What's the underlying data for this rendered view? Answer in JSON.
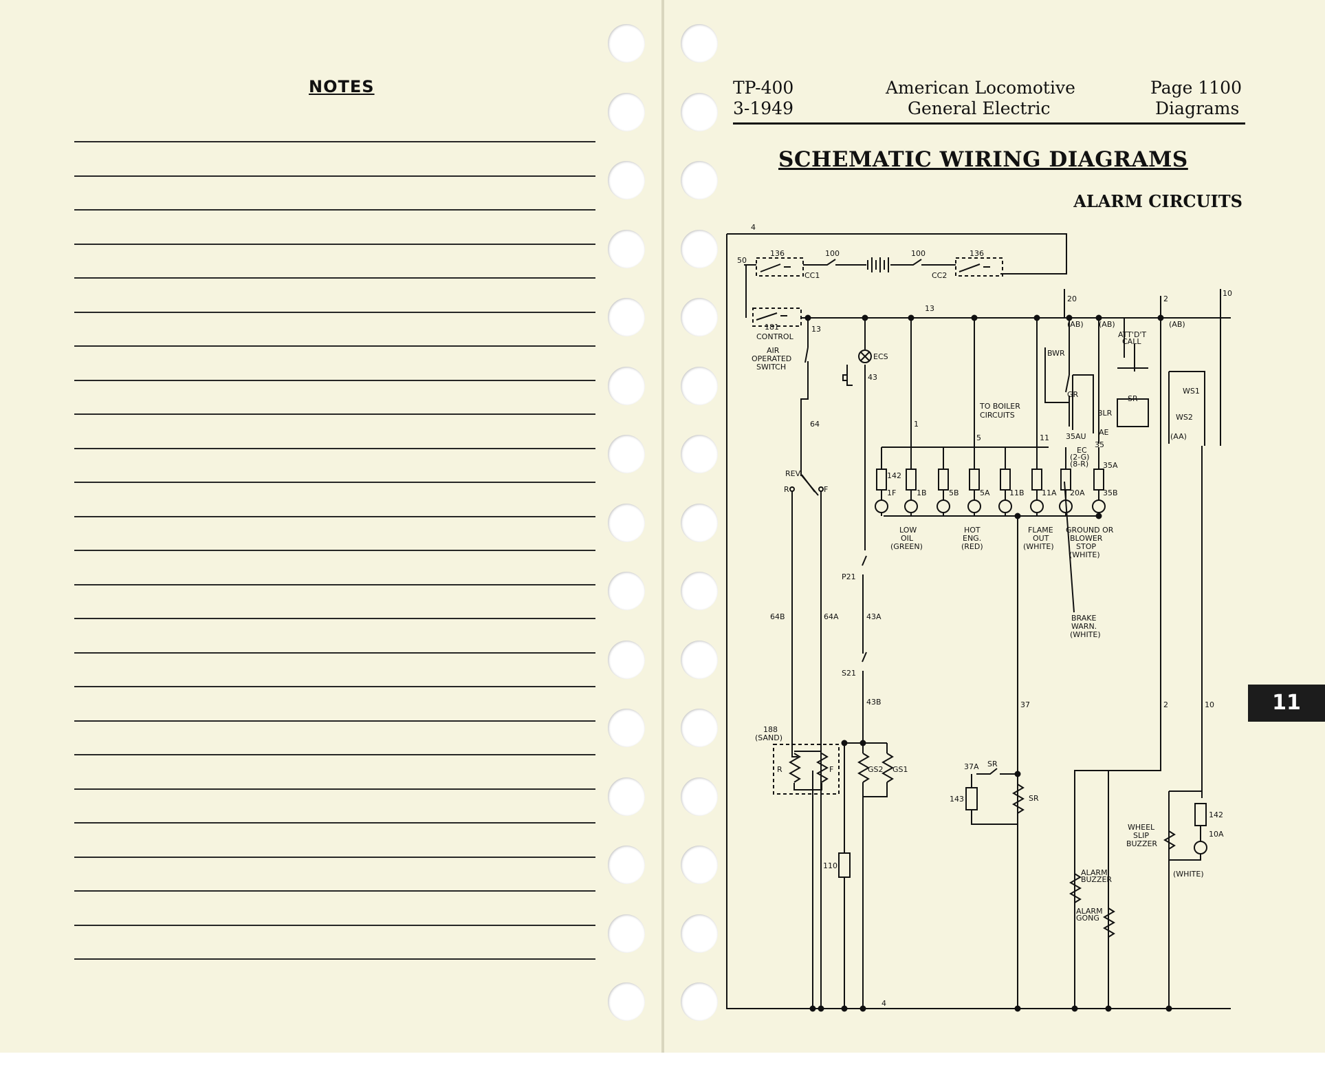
{
  "left_page": {
    "notes_title": "NOTES",
    "rule_count": 25
  },
  "right_page": {
    "header": {
      "doc_number": "TP-400",
      "doc_date": "3-1949",
      "company_line1": "American Locomotive",
      "company_line2": "General Electric",
      "page_label": "Page 1100",
      "section_label": "Diagrams"
    },
    "title": "SCHEMATIC WIRING DIAGRAMS",
    "subtitle": "ALARM CIRCUITS",
    "section_tab": "11"
  },
  "diagram": {
    "wire_labels": {
      "top_wire": "4",
      "bottom_wire": "4",
      "w50": "50",
      "w13": "13",
      "w13b": "13",
      "w64": "64",
      "w1": "1",
      "w5": "5",
      "w11": "11",
      "w20": "20",
      "w2": "2",
      "w10": "10",
      "w64B": "64B",
      "w64A": "64A",
      "w43": "43",
      "w43A": "43A",
      "w43B": "43B",
      "w37": "37",
      "w37A": "37A",
      "w2b": "2",
      "w10b": "10",
      "w35": "35",
      "w35AU": "35AU"
    },
    "component_labels": {
      "cc1": "CC1",
      "cc2": "CC2",
      "c136a": "136",
      "c136b": "136",
      "c100a": "100",
      "c100b": "100",
      "c181": "181",
      "control": "CONTROL",
      "air1": "AIR",
      "air2": "OPERATED",
      "air3": "SWITCH",
      "ecs": "ECS",
      "rev": "REV.",
      "rev_r": "R",
      "rev_f": "F",
      "p21": "P21",
      "s21": "S21",
      "sand1": "188",
      "sand2": "(SAND)",
      "sand_r": "R",
      "sand_f": "F",
      "gs2": "GS2",
      "gs1": "GS1",
      "c110": "110",
      "boiler1": "TO BOILER",
      "boiler2": "CIRCUITS",
      "r142": "142",
      "l1F": "1F",
      "l1B": "1B",
      "l5B": "5B",
      "l5A": "5A",
      "l11B": "11B",
      "l11A": "11A",
      "l20A": "20A",
      "l35B": "35B",
      "low1": "LOW",
      "low2": "OIL",
      "low3": "(GREEN)",
      "hot1": "HOT",
      "hot2": "ENG.",
      "hot3": "(RED)",
      "flame1": "FLAME",
      "flame2": "OUT",
      "flame3": "(WHITE)",
      "gnd1": "GROUND OR",
      "gnd2": "BLOWER",
      "gnd3": "STOP",
      "gnd4": "(WHITE)",
      "brake1": "BRAKE",
      "brake2": "WARN.",
      "brake3": "(WHITE)",
      "ab1": "(AB)",
      "ab2": "(AB)",
      "ab3": "(AB)",
      "aa": "(AA)",
      "bwr": "BWR",
      "gr": "GR",
      "blr": "BLR",
      "sr1": "SR",
      "sr2": "SR",
      "sr3": "SR",
      "ae": "AE",
      "ec1": "EC",
      "ec2": "(2-G)",
      "ec3": "(8-R)",
      "c35A": "35A",
      "attd1": "ATT'D'T",
      "attd2": "CALL",
      "ws1": "WS1",
      "ws2": "WS2",
      "c143": "143",
      "c142b": "142",
      "c10A": "10A",
      "wheel1": "WHEEL",
      "wheel2": "SLIP",
      "wheel3": "BUZZER",
      "white_w": "(WHITE)",
      "buzz1": "ALARM",
      "buzz2": "BUZZER",
      "gong1": "ALARM",
      "gong2": "GONG"
    }
  }
}
